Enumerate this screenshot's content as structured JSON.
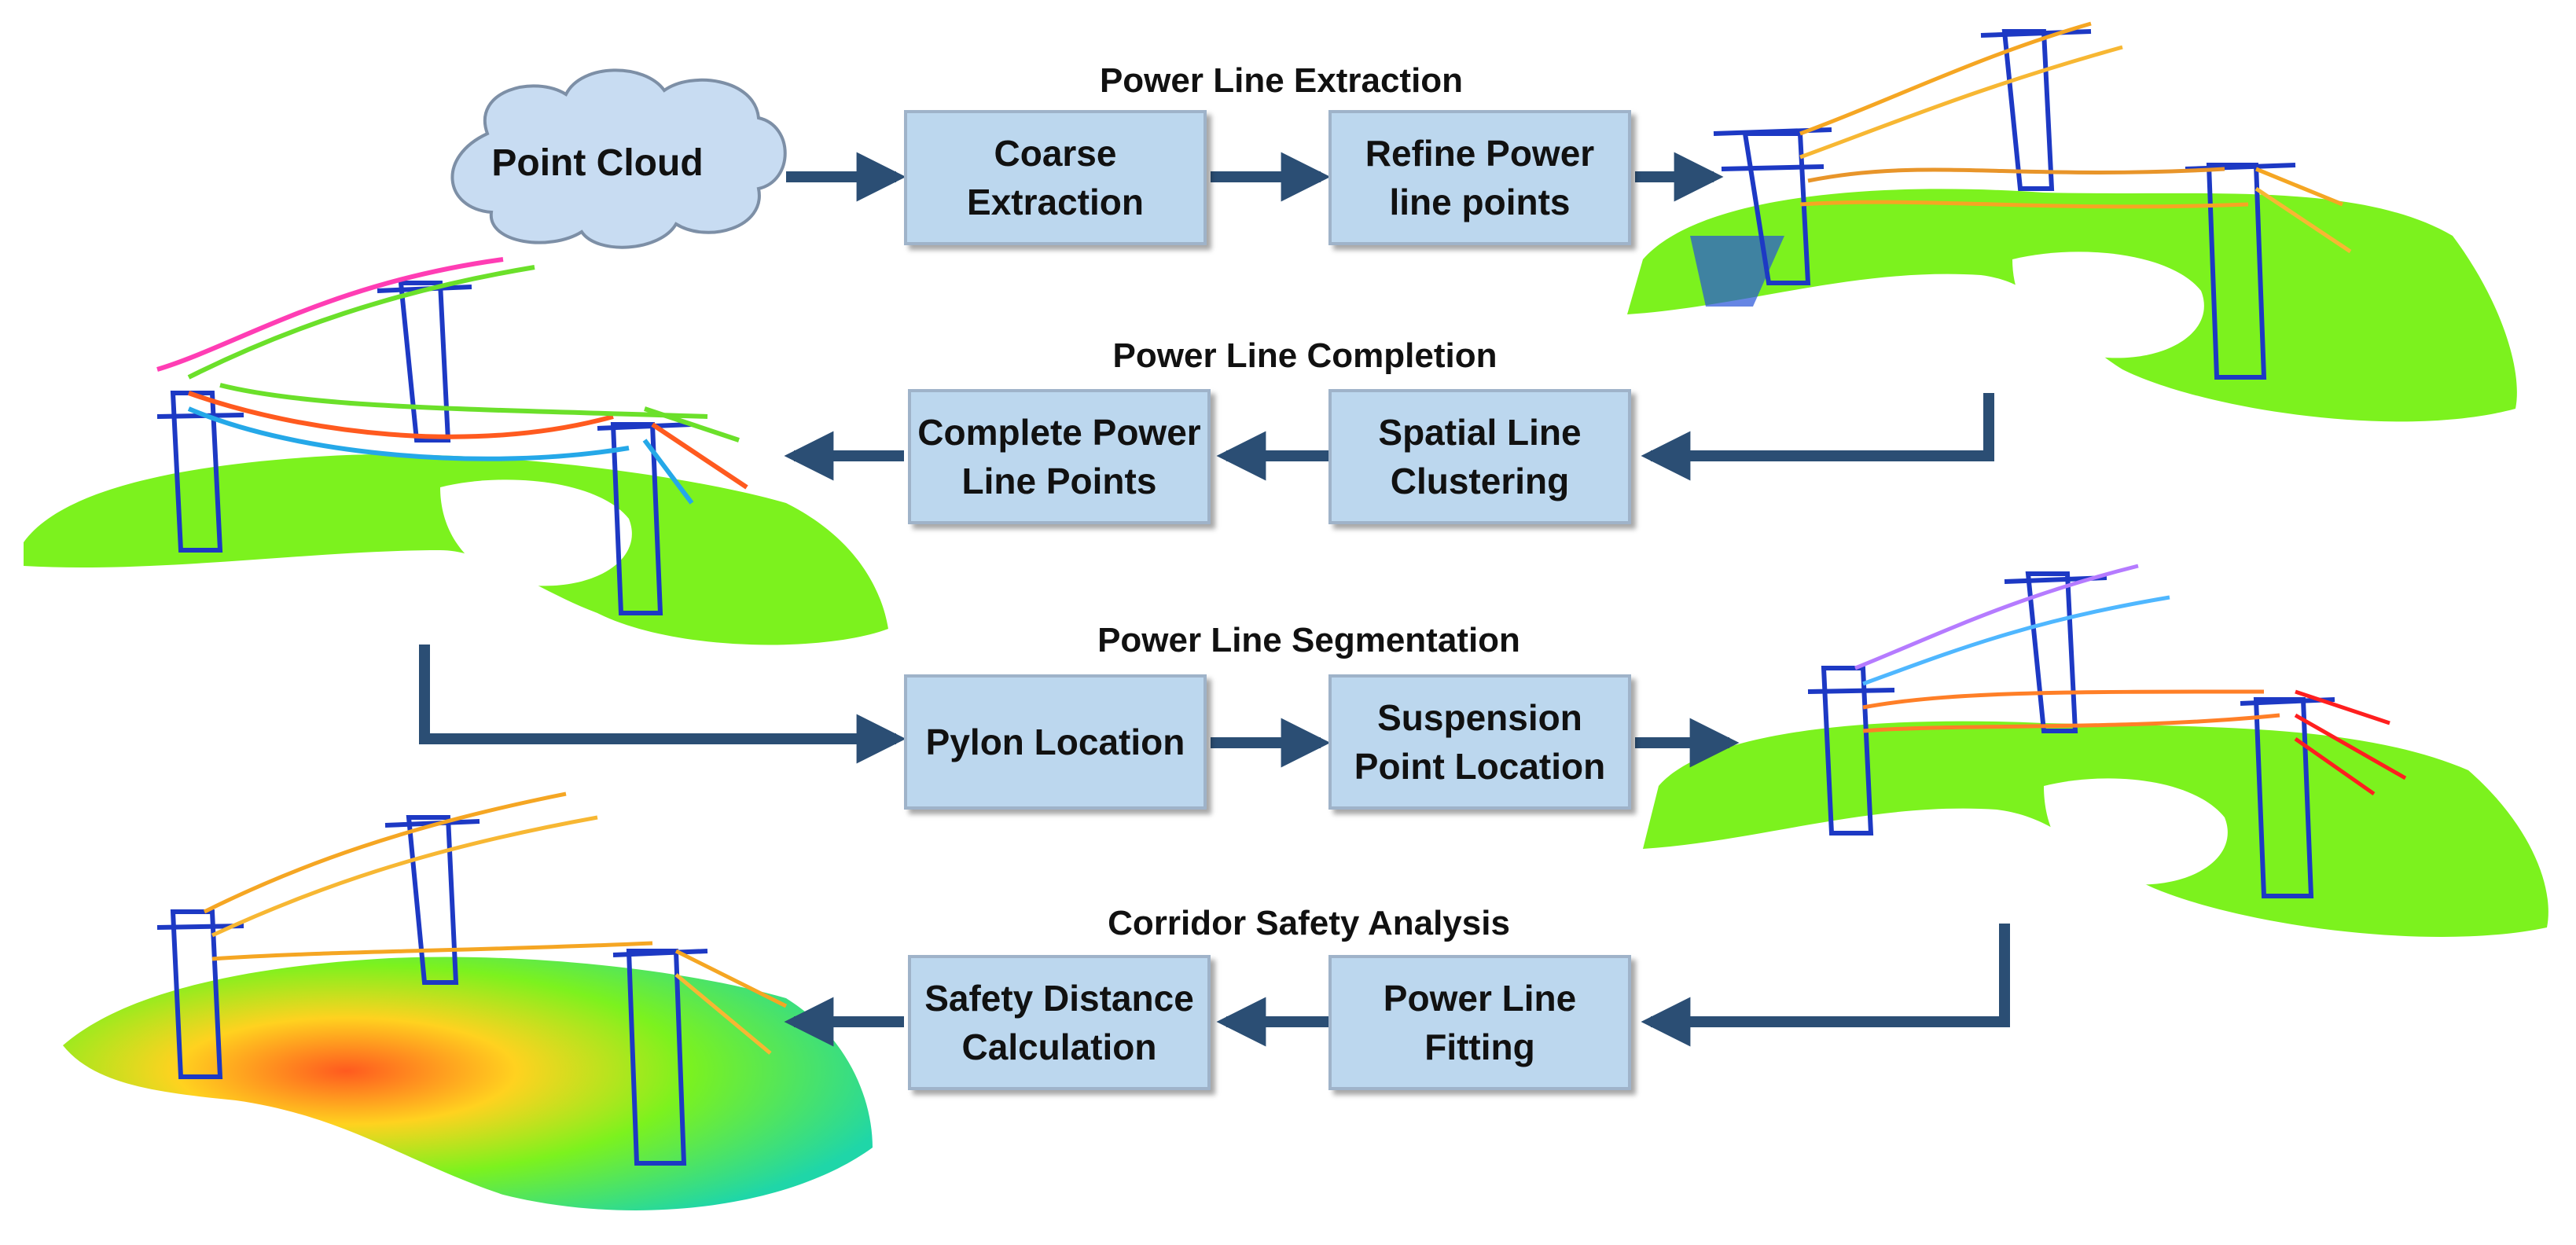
{
  "stages": {
    "extraction": {
      "title": "Power Line Extraction",
      "input": "Point Cloud",
      "steps": [
        "Coarse\nExtraction",
        "Refine Power\nline points"
      ]
    },
    "completion": {
      "title": "Power Line Completion",
      "steps": [
        "Spatial Line\nClustering",
        "Complete Power\nLine Points"
      ]
    },
    "segmentation": {
      "title": "Power Line Segmentation",
      "steps": [
        "Pylon Location",
        "Suspension\nPoint Location"
      ]
    },
    "safety": {
      "title": "Corridor Safety Analysis",
      "steps": [
        "Power Line\nFitting",
        "Safety Distance\nCalculation"
      ]
    }
  },
  "colors": {
    "box_fill": "#bcd7ee",
    "box_border": "#9fb3c9",
    "arrow": "#2b4e74",
    "vegetation": "#7cf21e",
    "pylon": "#1d39c4"
  },
  "point_cloud_panels": [
    {
      "name": "extracted-power-lines-scene",
      "wire_colors": [
        "#f5a623",
        "#f7b733",
        "#e8952a"
      ]
    },
    {
      "name": "completed-power-lines-scene",
      "wire_colors": [
        "#ff3db4",
        "#6be02a",
        "#ff5a1f",
        "#25a8e8",
        "#f5a623"
      ]
    },
    {
      "name": "segmented-power-lines-scene",
      "wire_colors": [
        "#b57bff",
        "#4fb7ff",
        "#ff7f27",
        "#ff1f1f"
      ]
    },
    {
      "name": "corridor-safety-scene",
      "wire_colors": [
        "#f5a623",
        "#f7b733"
      ]
    }
  ]
}
